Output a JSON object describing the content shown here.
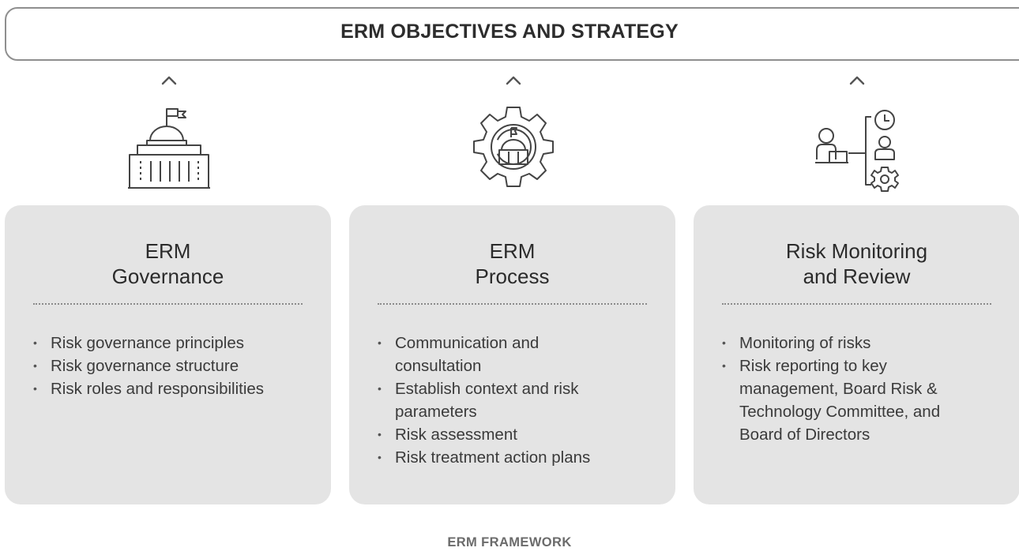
{
  "banner": {
    "title": "ERM OBJECTIVES AND STRATEGY"
  },
  "cards": [
    {
      "title_lines": [
        "ERM",
        "Governance"
      ],
      "icon": "government-building-icon",
      "bullets": [
        "Risk governance principles",
        "Risk governance structure",
        "Risk roles and responsibilities"
      ]
    },
    {
      "title_lines": [
        "ERM",
        "Process"
      ],
      "icon": "gear-building-icon",
      "bullets": [
        "Communication and consultation",
        "Establish context and risk parameters",
        "Risk assessment",
        "Risk treatment action plans"
      ]
    },
    {
      "title_lines": [
        "Risk Monitoring",
        "and Review"
      ],
      "icon": "monitoring-review-icon",
      "bullets": [
        "Monitoring of risks",
        "Risk reporting to key management, Board Risk & Technology Committee, and Board of Directors"
      ]
    }
  ],
  "footer": {
    "label": "ERM FRAMEWORK"
  },
  "colors": {
    "card_bg": "#e4e4e4",
    "border": "#8f8f8f",
    "text": "#3a3a3a"
  }
}
